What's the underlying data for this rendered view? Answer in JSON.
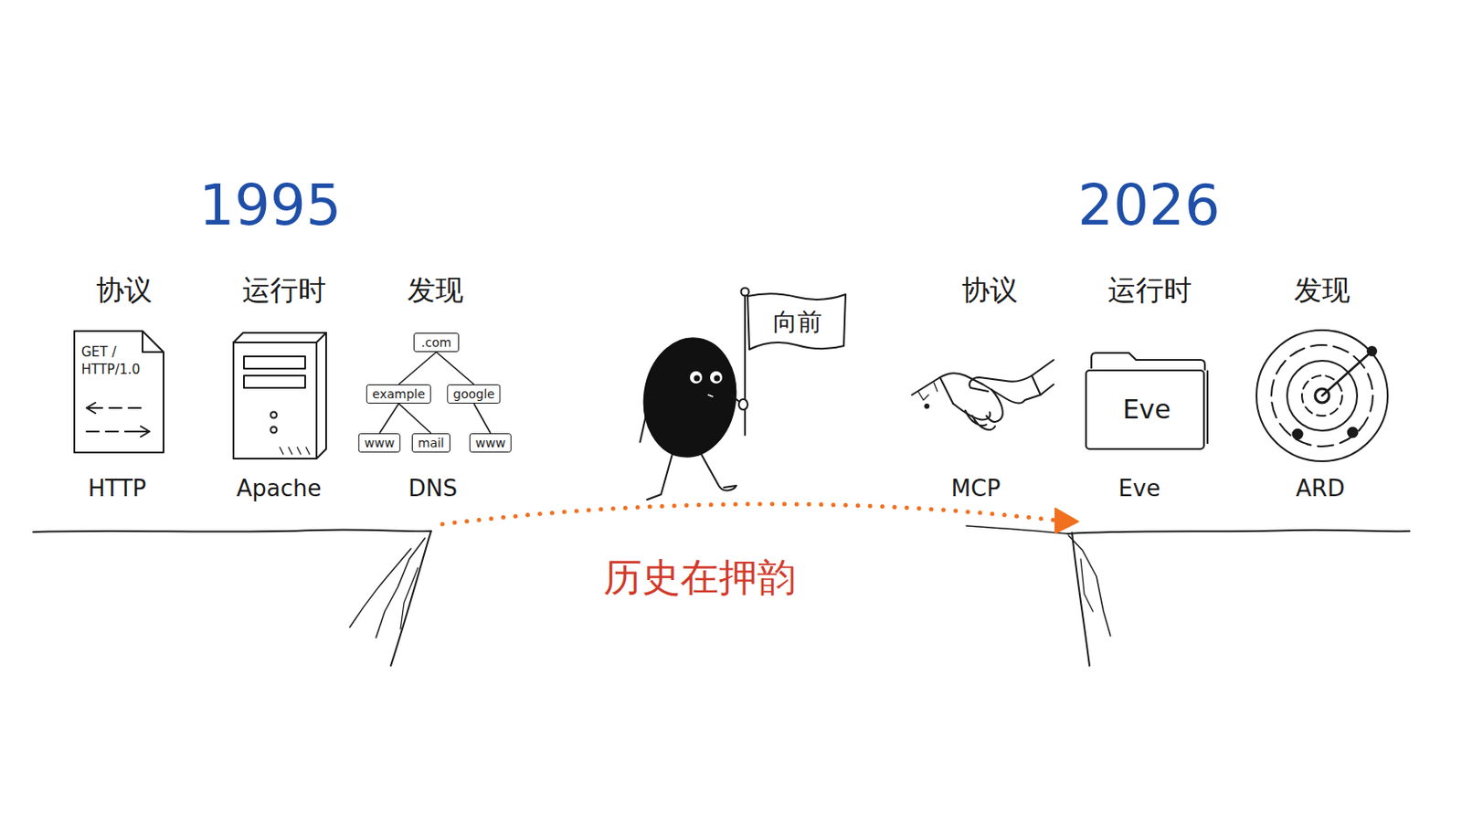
{
  "diagram": {
    "nodes": [
      {
        "text": [
          "GET / HTTP/1.0"
        ]
      },
      {
        "text": [
          ".com"
        ]
      },
      {
        "text": [
          "example"
        ]
      },
      {
        "text": [
          "google"
        ]
      },
      {
        "text": [
          "www"
        ]
      },
      {
        "text": [
          "mail"
        ]
      },
      {
        "text": [
          "www"
        ]
      },
      {
        "text": [
          "向前"
        ]
      },
      {
        "text": [
          "Eve"
        ]
      }
    ],
    "edges": [
      {
        "from": 1,
        "to": 2,
        "arrow": "none"
      },
      {
        "from": 1,
        "to": 3,
        "arrow": "none"
      },
      {
        "from": 2,
        "to": 4,
        "arrow": "none"
      },
      {
        "from": 2,
        "to": 5,
        "arrow": "none"
      },
      {
        "from": 3,
        "to": 6,
        "arrow": "none"
      }
    ],
    "labels": [
      "1995",
      "2026",
      "协议",
      "运行时",
      "发现",
      "HTTP",
      "Apache",
      "DNS",
      "协议",
      "运行时",
      "发现",
      "MCP",
      "Eve",
      "ARD",
      "历史在押韵"
    ]
  }
}
